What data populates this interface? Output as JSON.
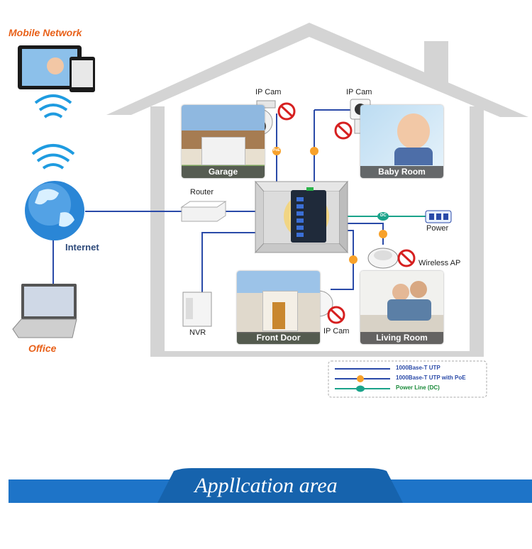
{
  "labels": {
    "mobile_network": "Mobile Network",
    "internet": "Internet",
    "office": "Office",
    "router": "Router",
    "nvr": "NVR",
    "power": "Power",
    "wireless_ap": "Wireless AP",
    "ip_cam_garage": "IP Cam",
    "ip_cam_baby": "IP Cam",
    "ip_cam_front": "IP Cam"
  },
  "rooms": {
    "garage": "Garage",
    "baby_room": "Baby Room",
    "front_door": "Front Door",
    "living_room": "Living Room"
  },
  "legend": [
    {
      "label": "1000Base-T UTP",
      "color": "#2a4aa8"
    },
    {
      "label": "1000Base-T UTP with PoE",
      "color": "#2a4aa8"
    },
    {
      "label": "Power Line (DC)",
      "color": "#1aa38a"
    }
  ],
  "badges": {
    "poe": "PoE",
    "dc": "DC"
  },
  "banner": {
    "title": "Appllcation area"
  },
  "colors": {
    "accent": "#e8611a",
    "utp": "#2a4aa8",
    "dc": "#1aa38a",
    "banner": "#1e74c8"
  }
}
